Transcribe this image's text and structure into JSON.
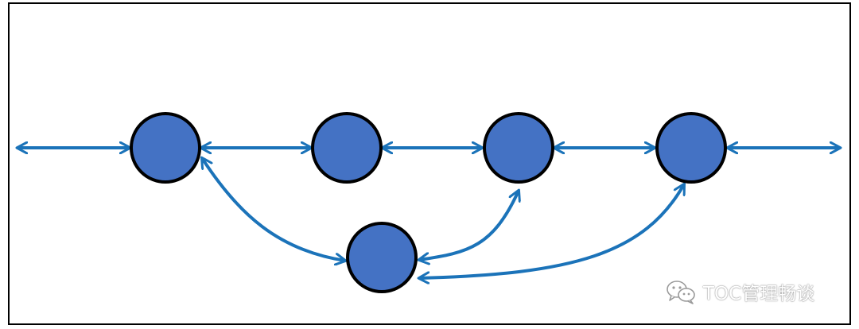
{
  "diagram": {
    "node_fill": "#4472c4",
    "node_stroke": "#000000",
    "edge_color": "#1b73b9",
    "border_color": "#000000",
    "background": "#ffffff",
    "nodes": [
      "node-1",
      "node-2",
      "node-3",
      "node-4",
      "node-5"
    ],
    "edges": [
      {
        "from": "left-edge",
        "to": "node-1",
        "arrows": "both"
      },
      {
        "from": "node-1",
        "to": "node-2",
        "arrows": "both"
      },
      {
        "from": "node-2",
        "to": "node-3",
        "arrows": "both"
      },
      {
        "from": "node-3",
        "to": "node-4",
        "arrows": "both"
      },
      {
        "from": "node-4",
        "to": "right-edge",
        "arrows": "both"
      },
      {
        "from": "node-1",
        "to": "node-5",
        "arrows": "both"
      },
      {
        "from": "node-5",
        "to": "node-3",
        "arrows": "both"
      },
      {
        "from": "node-5",
        "to": "node-4",
        "arrows": "both"
      }
    ]
  },
  "watermark": {
    "icon": "wechat-icon",
    "text": "TOC管理畅谈"
  }
}
